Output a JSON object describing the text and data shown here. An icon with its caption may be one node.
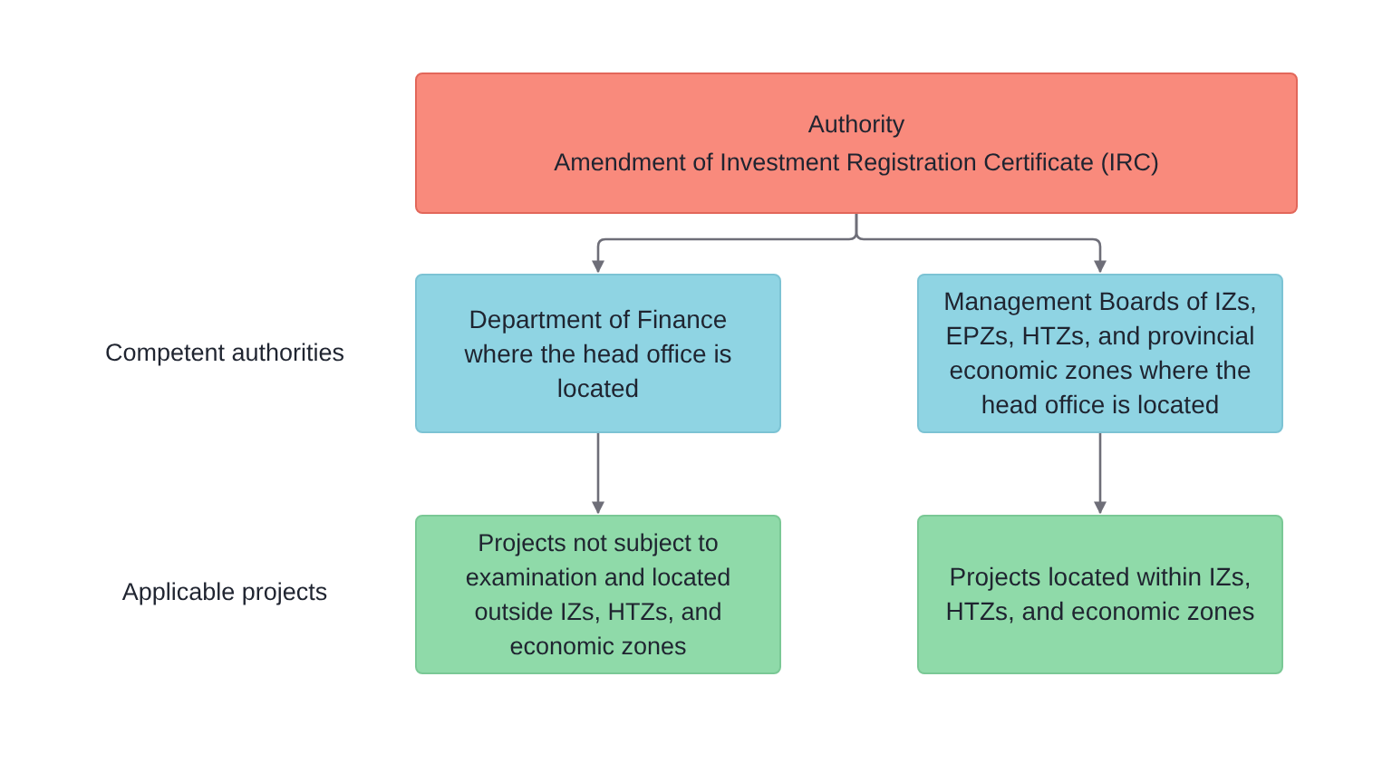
{
  "diagram": {
    "nodes": [
      {
        "text": [
          "Authority",
          "Amendment of Investment Registration Certificate (IRC)"
        ]
      },
      {
        "text": [
          "Department of Finance where the head office is located"
        ]
      },
      {
        "text": [
          "Management Boards of IZs, EPZs, HTZs, and provincial economic zones where the head office is located"
        ]
      },
      {
        "text": [
          "Projects not subject to examination and located outside IZs, HTZs, and economic zones"
        ]
      },
      {
        "text": [
          "Projects located within IZs, HTZs, and economic zones"
        ]
      }
    ],
    "edges": [
      {
        "from": 0,
        "to": 1,
        "arrow": "to"
      },
      {
        "from": 0,
        "to": 2,
        "arrow": "to"
      },
      {
        "from": 1,
        "to": 3,
        "arrow": "to"
      },
      {
        "from": 2,
        "to": 4,
        "arrow": "to"
      }
    ],
    "labels": [
      "Competent authorities",
      "Applicable projects"
    ]
  }
}
